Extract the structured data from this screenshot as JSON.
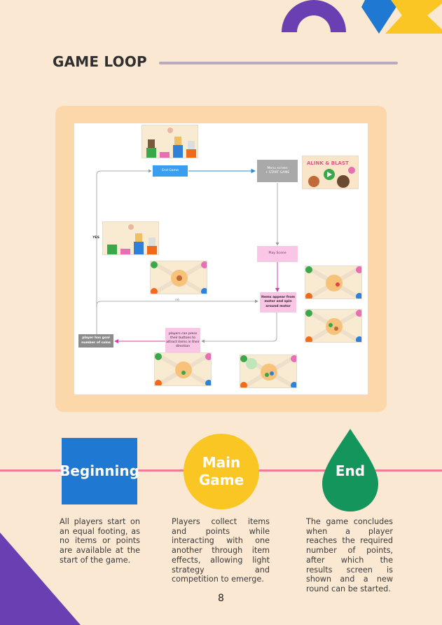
{
  "page": {
    "title": "GAME LOOP",
    "page_number": "8"
  },
  "colors": {
    "background": "#fbe8d3",
    "purple": "#6a3fb2",
    "blue": "#1f78d1",
    "yellow": "#f9c623",
    "green": "#14955b",
    "pink": "#ef7a9d",
    "frame": "#fbd7a9"
  },
  "flowchart": {
    "end_game": "End Game",
    "menu_screen": "Menu screen\n+ START GAME",
    "yes_label": "YES",
    "no_label": "no",
    "play_scene": "Play Scene",
    "items_appear": "Items appear from motor and spin around motor",
    "players_press": "players can press their buttons to attract items in their direction",
    "player_goal": "player has goal number of coins",
    "title_screen_logo": "ALINK & BLAST"
  },
  "stages": [
    {
      "label": "Beginning",
      "shape": "square",
      "description": "All players start on an equal footing, as no items or points are available at the start of the game."
    },
    {
      "label": "Main Game",
      "shape": "circle",
      "description": "Players collect items and points while interacting with one another through item effects, allowing light strategy and competition to emerge."
    },
    {
      "label": "End",
      "shape": "drop",
      "description": "The game concludes when a player reaches the required number of points, after which the results screen is shown and a new round can be started."
    }
  ]
}
